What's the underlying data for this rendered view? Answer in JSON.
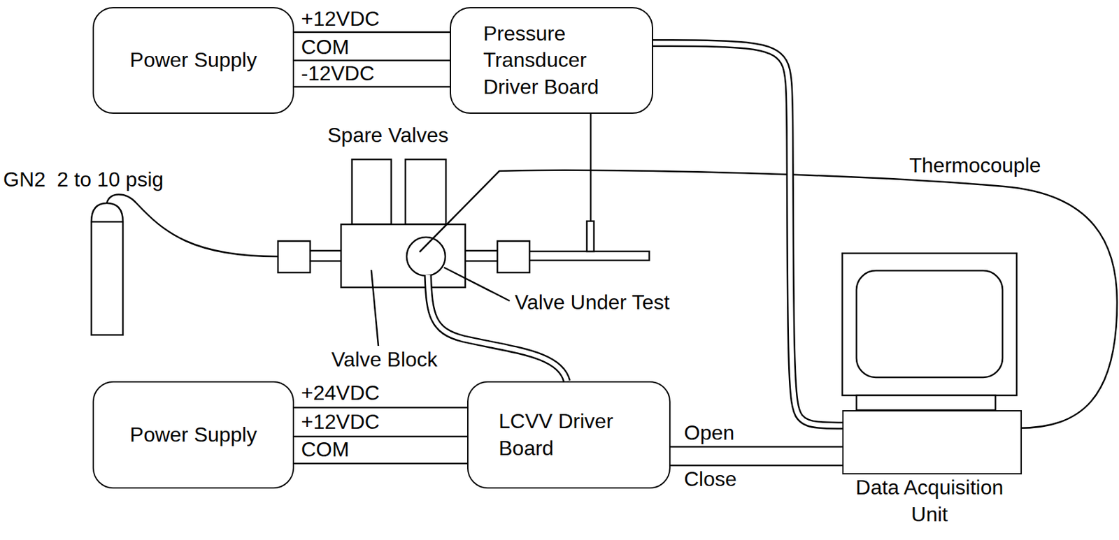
{
  "diagram": {
    "nodes": [
      {
        "text": [
          "Power Supply"
        ]
      },
      {
        "text": [
          "Pressure Transducer Driver Board"
        ]
      },
      {
        "text": [
          "Power Supply"
        ]
      },
      {
        "text": [
          "LCVV Driver Board"
        ]
      },
      {
        "text": [
          "Data Acquisition Unit"
        ]
      }
    ],
    "edges": [
      {
        "from": 0,
        "to": 1,
        "label": "+12VDC",
        "arrow": "none"
      },
      {
        "from": 0,
        "to": 1,
        "label": "COM",
        "arrow": "none"
      },
      {
        "from": 0,
        "to": 1,
        "label": "-12VDC",
        "arrow": "none"
      },
      {
        "from": 1,
        "to": 4,
        "arrow": "none"
      },
      {
        "from": 2,
        "to": 3,
        "label": "+24VDC",
        "arrow": "none"
      },
      {
        "from": 2,
        "to": 3,
        "label": "+12VDC",
        "arrow": "none"
      },
      {
        "from": 2,
        "to": 3,
        "label": "COM",
        "arrow": "none"
      },
      {
        "from": 3,
        "to": 4,
        "label": "Open",
        "arrow": "none"
      },
      {
        "from": 3,
        "to": 4,
        "label": "Close",
        "arrow": "none"
      }
    ],
    "labels": [
      "Spare Valves",
      "GN2  2 to 10 psig",
      "Thermocouple",
      "Valve Under Test",
      "Valve Block"
    ]
  }
}
